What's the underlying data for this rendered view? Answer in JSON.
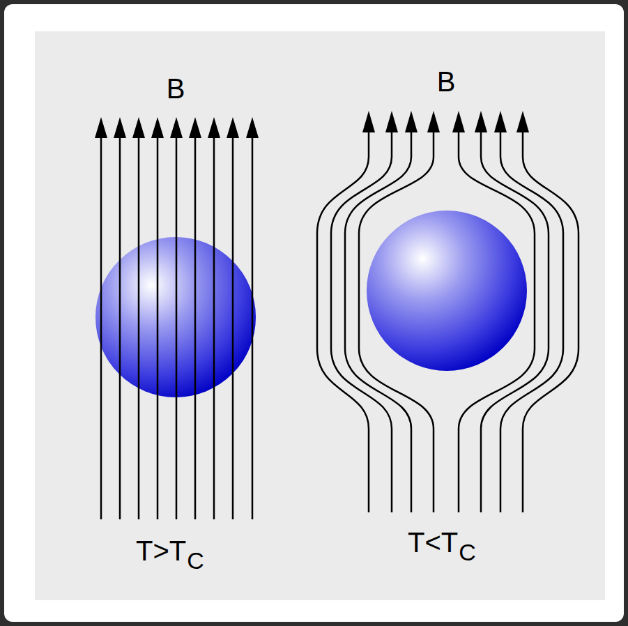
{
  "diagram": {
    "labels": [
      "B",
      "T>T",
      "C",
      "B",
      "T<T",
      "C"
    ]
  }
}
